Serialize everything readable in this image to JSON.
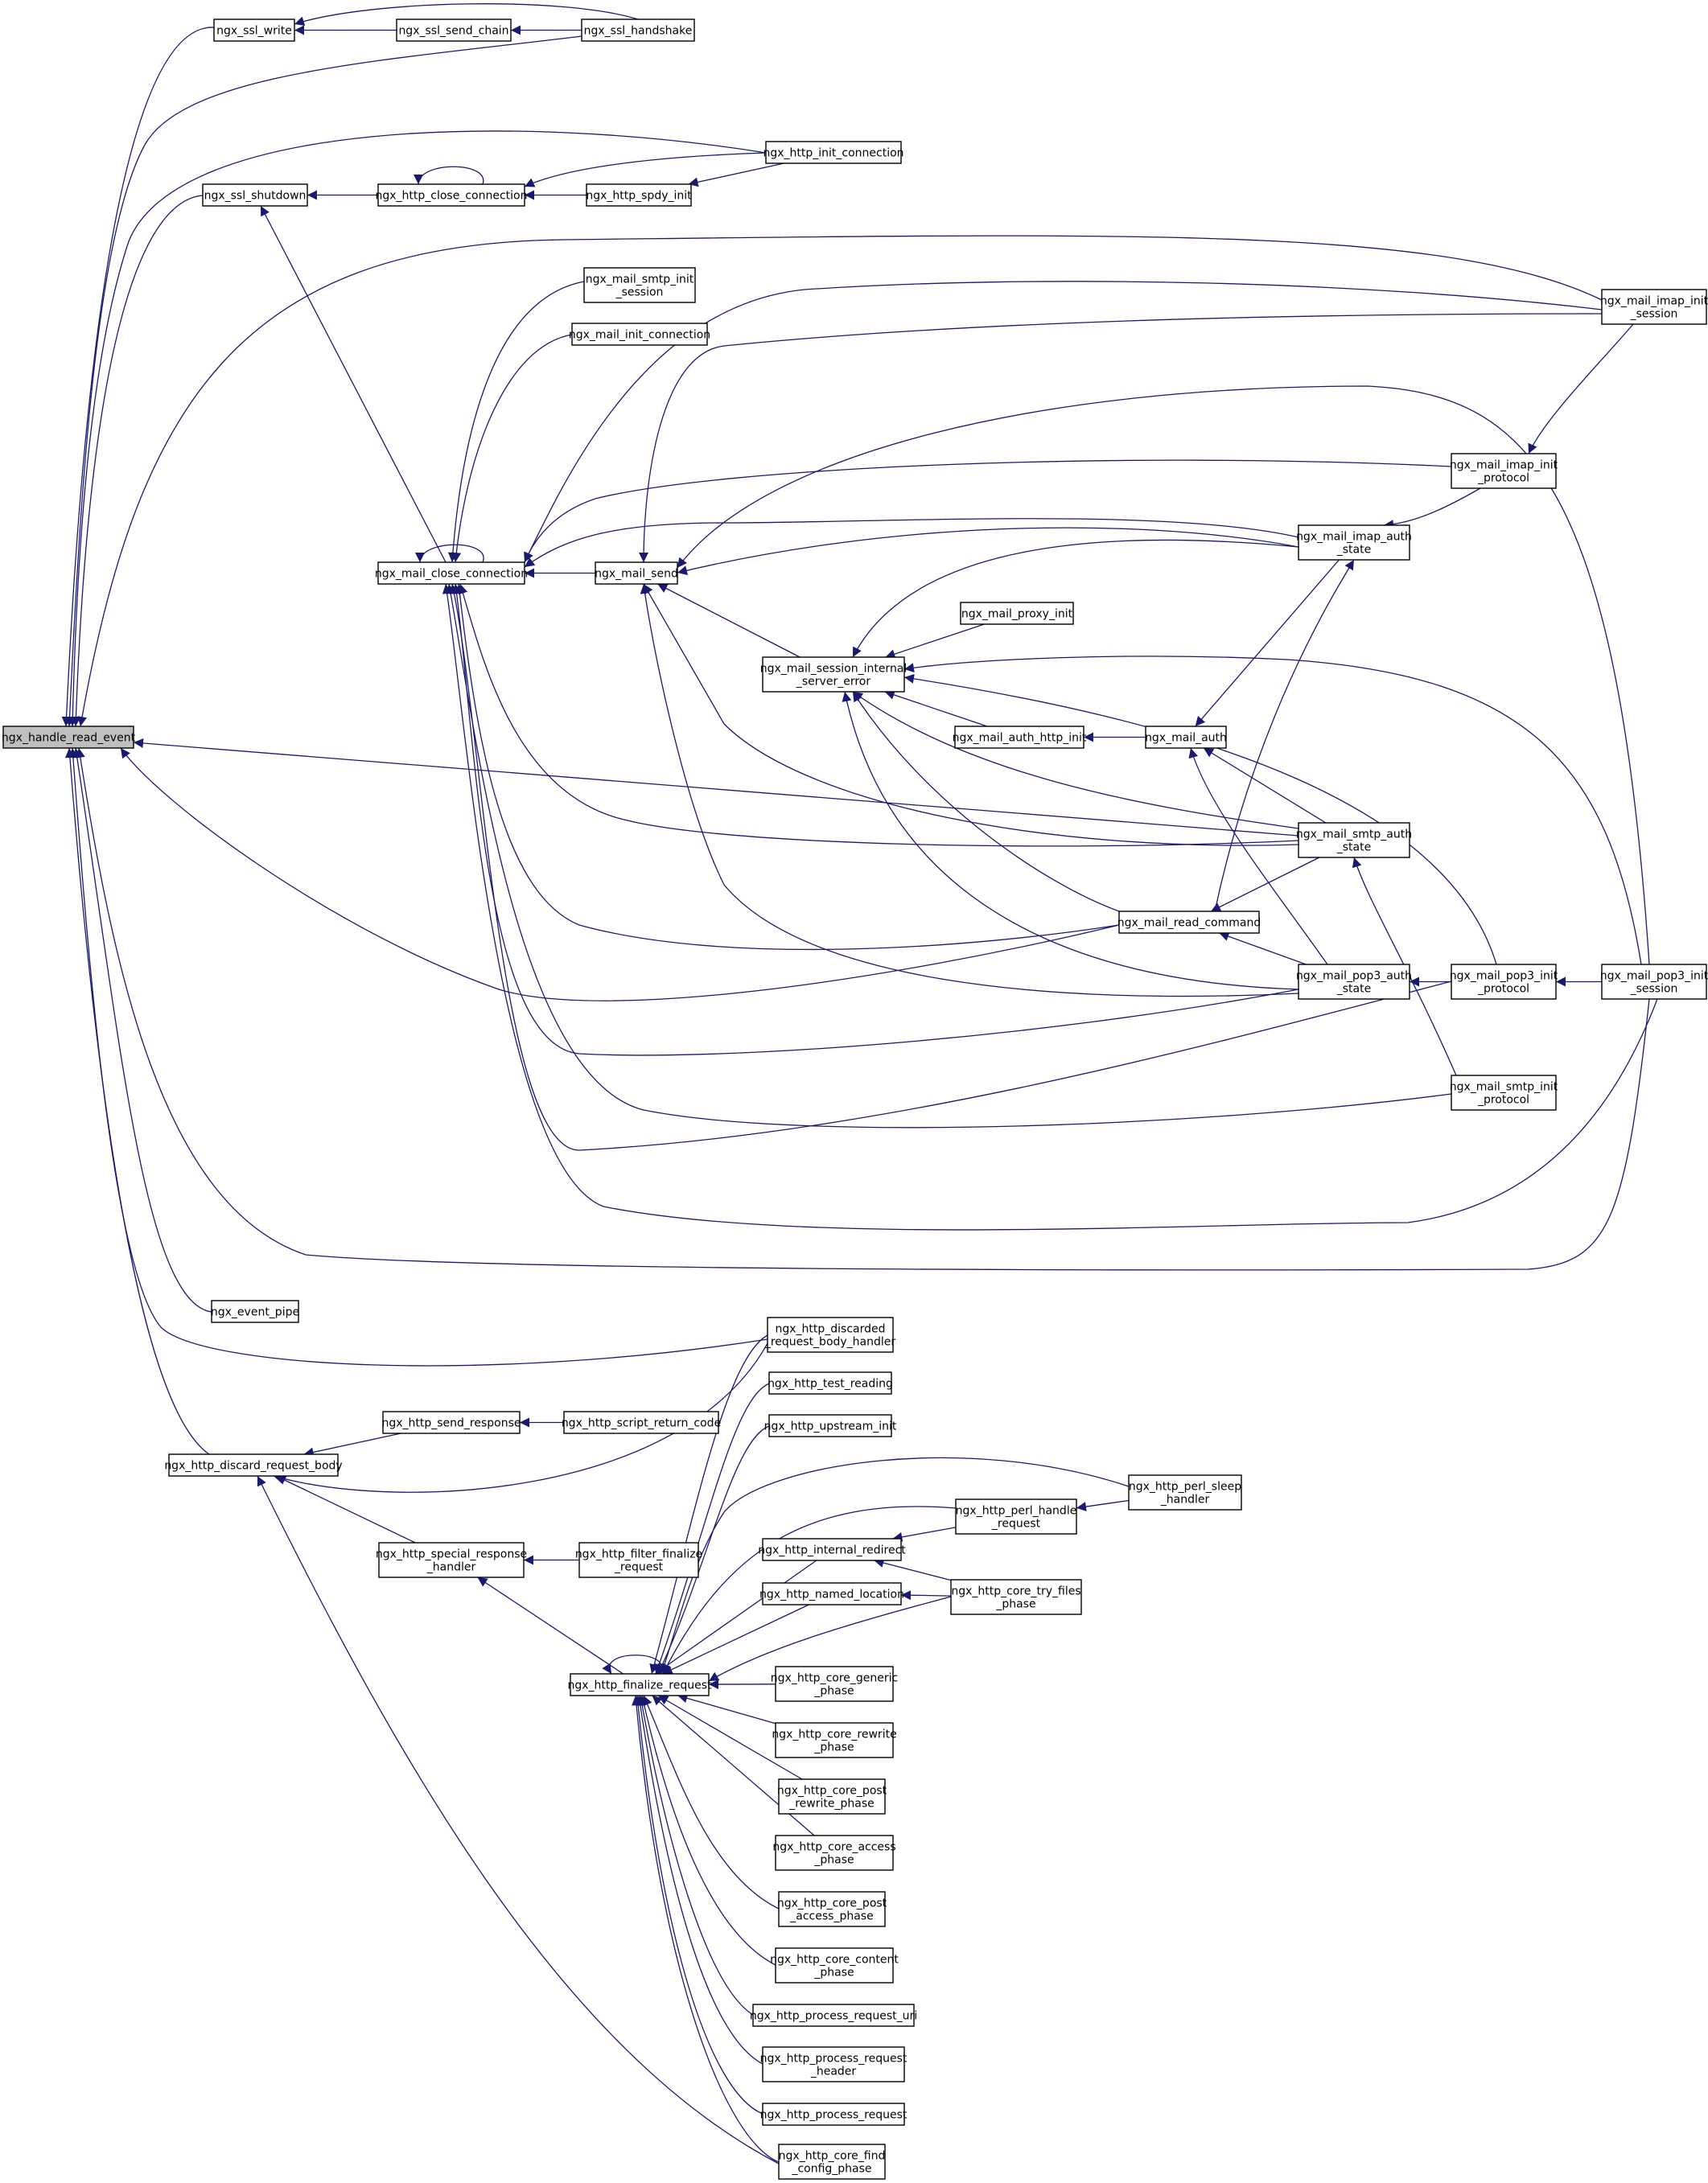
{
  "graph": {
    "edge_color": "#191970",
    "root_fill": "#bfbfbf",
    "nodes": [
      {
        "id": "ngx_handle_read_event",
        "lines": [
          "ngx_handle_read_event"
        ],
        "root": true
      },
      {
        "id": "ngx_ssl_write",
        "lines": [
          "ngx_ssl_write"
        ]
      },
      {
        "id": "ngx_ssl_send_chain",
        "lines": [
          "ngx_ssl_send_chain"
        ]
      },
      {
        "id": "ngx_ssl_handshake",
        "lines": [
          "ngx_ssl_handshake"
        ]
      },
      {
        "id": "ngx_http_init_connection",
        "lines": [
          "ngx_http_init_connection"
        ]
      },
      {
        "id": "ngx_ssl_shutdown",
        "lines": [
          "ngx_ssl_shutdown"
        ]
      },
      {
        "id": "ngx_http_close_connection",
        "lines": [
          "ngx_http_close_connection"
        ]
      },
      {
        "id": "ngx_http_spdy_init",
        "lines": [
          "ngx_http_spdy_init"
        ]
      },
      {
        "id": "ngx_mail_smtp_init_session",
        "lines": [
          "ngx_mail_smtp_init",
          "_session"
        ]
      },
      {
        "id": "ngx_mail_init_connection",
        "lines": [
          "ngx_mail_init_connection"
        ]
      },
      {
        "id": "ngx_mail_imap_init_session",
        "lines": [
          "ngx_mail_imap_init",
          "_session"
        ]
      },
      {
        "id": "ngx_mail_imap_init_protocol",
        "lines": [
          "ngx_mail_imap_init",
          "_protocol"
        ]
      },
      {
        "id": "ngx_mail_close_connection",
        "lines": [
          "ngx_mail_close_connection"
        ]
      },
      {
        "id": "ngx_mail_send",
        "lines": [
          "ngx_mail_send"
        ]
      },
      {
        "id": "ngx_mail_imap_auth_state",
        "lines": [
          "ngx_mail_imap_auth",
          "_state"
        ]
      },
      {
        "id": "ngx_mail_proxy_init",
        "lines": [
          "ngx_mail_proxy_init"
        ]
      },
      {
        "id": "ngx_mail_session_internal_server_error",
        "lines": [
          "ngx_mail_session_internal",
          "_server_error"
        ]
      },
      {
        "id": "ngx_mail_auth_http_init",
        "lines": [
          "ngx_mail_auth_http_init"
        ]
      },
      {
        "id": "ngx_mail_auth",
        "lines": [
          "ngx_mail_auth"
        ]
      },
      {
        "id": "ngx_mail_smtp_auth_state",
        "lines": [
          "ngx_mail_smtp_auth",
          "_state"
        ]
      },
      {
        "id": "ngx_mail_read_command",
        "lines": [
          "ngx_mail_read_command"
        ]
      },
      {
        "id": "ngx_mail_pop3_auth_state",
        "lines": [
          "ngx_mail_pop3_auth",
          "_state"
        ]
      },
      {
        "id": "ngx_mail_pop3_init_protocol",
        "lines": [
          "ngx_mail_pop3_init",
          "_protocol"
        ]
      },
      {
        "id": "ngx_mail_pop3_init_session",
        "lines": [
          "ngx_mail_pop3_init",
          "_session"
        ]
      },
      {
        "id": "ngx_mail_smtp_init_protocol",
        "lines": [
          "ngx_mail_smtp_init",
          "_protocol"
        ]
      },
      {
        "id": "ngx_event_pipe",
        "lines": [
          "ngx_event_pipe"
        ]
      },
      {
        "id": "ngx_http_discarded_request_body_handler",
        "lines": [
          "ngx_http_discarded",
          "_request_body_handler"
        ]
      },
      {
        "id": "ngx_http_test_reading",
        "lines": [
          "ngx_http_test_reading"
        ]
      },
      {
        "id": "ngx_http_send_response",
        "lines": [
          "ngx_http_send_response"
        ]
      },
      {
        "id": "ngx_http_script_return_code",
        "lines": [
          "ngx_http_script_return_code"
        ]
      },
      {
        "id": "ngx_http_upstream_init",
        "lines": [
          "ngx_http_upstream_init"
        ]
      },
      {
        "id": "ngx_http_discard_request_body",
        "lines": [
          "ngx_http_discard_request_body"
        ]
      },
      {
        "id": "ngx_http_perl_sleep_handler",
        "lines": [
          "ngx_http_perl_sleep",
          "_handler"
        ]
      },
      {
        "id": "ngx_http_perl_handle_request",
        "lines": [
          "ngx_http_perl_handle",
          "_request"
        ]
      },
      {
        "id": "ngx_http_special_response_handler",
        "lines": [
          "ngx_http_special_response",
          "_handler"
        ]
      },
      {
        "id": "ngx_http_filter_finalize_request",
        "lines": [
          "ngx_http_filter_finalize",
          "_request"
        ]
      },
      {
        "id": "ngx_http_internal_redirect",
        "lines": [
          "ngx_http_internal_redirect"
        ]
      },
      {
        "id": "ngx_http_named_location",
        "lines": [
          "ngx_http_named_location"
        ]
      },
      {
        "id": "ngx_http_core_try_files_phase",
        "lines": [
          "ngx_http_core_try_files",
          "_phase"
        ]
      },
      {
        "id": "ngx_http_finalize_request",
        "lines": [
          "ngx_http_finalize_request"
        ]
      },
      {
        "id": "ngx_http_core_generic_phase",
        "lines": [
          "ngx_http_core_generic",
          "_phase"
        ]
      },
      {
        "id": "ngx_http_core_rewrite_phase",
        "lines": [
          "ngx_http_core_rewrite",
          "_phase"
        ]
      },
      {
        "id": "ngx_http_core_post_rewrite_phase",
        "lines": [
          "ngx_http_core_post",
          "_rewrite_phase"
        ]
      },
      {
        "id": "ngx_http_core_access_phase",
        "lines": [
          "ngx_http_core_access",
          "_phase"
        ]
      },
      {
        "id": "ngx_http_core_post_access_phase",
        "lines": [
          "ngx_http_core_post",
          "_access_phase"
        ]
      },
      {
        "id": "ngx_http_core_content_phase",
        "lines": [
          "ngx_http_core_content",
          "_phase"
        ]
      },
      {
        "id": "ngx_http_process_request_uri",
        "lines": [
          "ngx_http_process_request_uri"
        ]
      },
      {
        "id": "ngx_http_process_request_header",
        "lines": [
          "ngx_http_process_request",
          "_header"
        ]
      },
      {
        "id": "ngx_http_process_request",
        "lines": [
          "ngx_http_process_request"
        ]
      },
      {
        "id": "ngx_http_core_find_config_phase",
        "lines": [
          "ngx_http_core_find",
          "_config_phase"
        ]
      }
    ],
    "edges": [
      [
        "ngx_handle_read_event",
        "ngx_ssl_write"
      ],
      [
        "ngx_handle_read_event",
        "ngx_ssl_handshake"
      ],
      [
        "ngx_handle_read_event",
        "ngx_http_init_connection"
      ],
      [
        "ngx_handle_read_event",
        "ngx_ssl_shutdown"
      ],
      [
        "ngx_handle_read_event",
        "ngx_mail_imap_init_session"
      ],
      [
        "ngx_handle_read_event",
        "ngx_mail_read_command"
      ],
      [
        "ngx_handle_read_event",
        "ngx_mail_smtp_auth_state"
      ],
      [
        "ngx_handle_read_event",
        "ngx_mail_pop3_init_session"
      ],
      [
        "ngx_handle_read_event",
        "ngx_event_pipe"
      ],
      [
        "ngx_handle_read_event",
        "ngx_http_discarded_request_body_handler"
      ],
      [
        "ngx_handle_read_event",
        "ngx_http_discard_request_body"
      ],
      [
        "ngx_ssl_write",
        "ngx_ssl_send_chain"
      ],
      [
        "ngx_ssl_write",
        "ngx_ssl_handshake"
      ],
      [
        "ngx_ssl_send_chain",
        "ngx_ssl_handshake"
      ],
      [
        "ngx_ssl_shutdown",
        "ngx_http_close_connection"
      ],
      [
        "ngx_ssl_shutdown",
        "ngx_mail_close_connection"
      ],
      [
        "ngx_http_close_connection",
        "ngx_http_close_connection"
      ],
      [
        "ngx_http_close_connection",
        "ngx_http_init_connection"
      ],
      [
        "ngx_http_close_connection",
        "ngx_http_spdy_init"
      ],
      [
        "ngx_http_spdy_init",
        "ngx_http_init_connection"
      ],
      [
        "ngx_mail_close_connection",
        "ngx_mail_close_connection"
      ],
      [
        "ngx_mail_close_connection",
        "ngx_mail_smtp_init_session"
      ],
      [
        "ngx_mail_close_connection",
        "ngx_mail_init_connection"
      ],
      [
        "ngx_mail_close_connection",
        "ngx_mail_imap_init_session"
      ],
      [
        "ngx_mail_close_connection",
        "ngx_mail_imap_init_protocol"
      ],
      [
        "ngx_mail_close_connection",
        "ngx_mail_imap_auth_state"
      ],
      [
        "ngx_mail_close_connection",
        "ngx_mail_send"
      ],
      [
        "ngx_mail_close_connection",
        "ngx_mail_smtp_auth_state"
      ],
      [
        "ngx_mail_close_connection",
        "ngx_mail_read_command"
      ],
      [
        "ngx_mail_close_connection",
        "ngx_mail_pop3_auth_state"
      ],
      [
        "ngx_mail_close_connection",
        "ngx_mail_pop3_init_protocol"
      ],
      [
        "ngx_mail_close_connection",
        "ngx_mail_smtp_init_protocol"
      ],
      [
        "ngx_mail_close_connection",
        "ngx_mail_pop3_init_session"
      ],
      [
        "ngx_mail_send",
        "ngx_mail_imap_init_session"
      ],
      [
        "ngx_mail_send",
        "ngx_mail_pop3_init_session"
      ],
      [
        "ngx_mail_send",
        "ngx_mail_imap_auth_state"
      ],
      [
        "ngx_mail_send",
        "ngx_mail_session_internal_server_error"
      ],
      [
        "ngx_mail_send",
        "ngx_mail_smtp_auth_state"
      ],
      [
        "ngx_mail_send",
        "ngx_mail_pop3_auth_state"
      ],
      [
        "ngx_mail_session_internal_server_error",
        "ngx_mail_imap_auth_state"
      ],
      [
        "ngx_mail_session_internal_server_error",
        "ngx_mail_proxy_init"
      ],
      [
        "ngx_mail_session_internal_server_error",
        "ngx_mail_pop3_init_session"
      ],
      [
        "ngx_mail_session_internal_server_error",
        "ngx_mail_pop3_init_protocol"
      ],
      [
        "ngx_mail_session_internal_server_error",
        "ngx_mail_auth_http_init"
      ],
      [
        "ngx_mail_session_internal_server_error",
        "ngx_mail_smtp_auth_state"
      ],
      [
        "ngx_mail_session_internal_server_error",
        "ngx_mail_read_command"
      ],
      [
        "ngx_mail_session_internal_server_error",
        "ngx_mail_pop3_auth_state"
      ],
      [
        "ngx_mail_auth_http_init",
        "ngx_mail_auth"
      ],
      [
        "ngx_mail_auth",
        "ngx_mail_imap_auth_state"
      ],
      [
        "ngx_mail_auth",
        "ngx_mail_smtp_auth_state"
      ],
      [
        "ngx_mail_auth",
        "ngx_mail_pop3_auth_state"
      ],
      [
        "ngx_mail_imap_auth_state",
        "ngx_mail_imap_init_protocol"
      ],
      [
        "ngx_mail_imap_init_protocol",
        "ngx_mail_imap_init_session"
      ],
      [
        "ngx_mail_read_command",
        "ngx_mail_imap_auth_state"
      ],
      [
        "ngx_mail_read_command",
        "ngx_mail_smtp_auth_state"
      ],
      [
        "ngx_mail_read_command",
        "ngx_mail_pop3_auth_state"
      ],
      [
        "ngx_mail_smtp_auth_state",
        "ngx_mail_smtp_init_protocol"
      ],
      [
        "ngx_mail_pop3_auth_state",
        "ngx_mail_pop3_init_protocol"
      ],
      [
        "ngx_mail_pop3_init_protocol",
        "ngx_mail_pop3_init_session"
      ],
      [
        "ngx_http_discard_request_body",
        "ngx_http_send_response"
      ],
      [
        "ngx_http_discard_request_body",
        "ngx_http_discarded_request_body_handler"
      ],
      [
        "ngx_http_discard_request_body",
        "ngx_http_special_response_handler"
      ],
      [
        "ngx_http_discard_request_body",
        "ngx_http_core_find_config_phase"
      ],
      [
        "ngx_http_send_response",
        "ngx_http_script_return_code"
      ],
      [
        "ngx_http_special_response_handler",
        "ngx_http_filter_finalize_request"
      ],
      [
        "ngx_http_special_response_handler",
        "ngx_http_finalize_request"
      ],
      [
        "ngx_http_finalize_request",
        "ngx_http_finalize_request"
      ],
      [
        "ngx_http_finalize_request",
        "ngx_http_discarded_request_body_handler"
      ],
      [
        "ngx_http_finalize_request",
        "ngx_http_test_reading"
      ],
      [
        "ngx_http_finalize_request",
        "ngx_http_upstream_init"
      ],
      [
        "ngx_http_finalize_request",
        "ngx_http_perl_sleep_handler"
      ],
      [
        "ngx_http_finalize_request",
        "ngx_http_perl_handle_request"
      ],
      [
        "ngx_http_finalize_request",
        "ngx_http_internal_redirect"
      ],
      [
        "ngx_http_finalize_request",
        "ngx_http_named_location"
      ],
      [
        "ngx_http_finalize_request",
        "ngx_http_core_try_files_phase"
      ],
      [
        "ngx_http_finalize_request",
        "ngx_http_core_generic_phase"
      ],
      [
        "ngx_http_finalize_request",
        "ngx_http_core_rewrite_phase"
      ],
      [
        "ngx_http_finalize_request",
        "ngx_http_core_post_rewrite_phase"
      ],
      [
        "ngx_http_finalize_request",
        "ngx_http_core_access_phase"
      ],
      [
        "ngx_http_finalize_request",
        "ngx_http_core_post_access_phase"
      ],
      [
        "ngx_http_finalize_request",
        "ngx_http_core_content_phase"
      ],
      [
        "ngx_http_finalize_request",
        "ngx_http_process_request_uri"
      ],
      [
        "ngx_http_finalize_request",
        "ngx_http_process_request_header"
      ],
      [
        "ngx_http_finalize_request",
        "ngx_http_process_request"
      ],
      [
        "ngx_http_finalize_request",
        "ngx_http_core_find_config_phase"
      ],
      [
        "ngx_http_perl_handle_request",
        "ngx_http_perl_sleep_handler"
      ],
      [
        "ngx_http_internal_redirect",
        "ngx_http_perl_handle_request"
      ],
      [
        "ngx_http_internal_redirect",
        "ngx_http_core_try_files_phase"
      ],
      [
        "ngx_http_named_location",
        "ngx_http_core_try_files_phase"
      ]
    ]
  }
}
